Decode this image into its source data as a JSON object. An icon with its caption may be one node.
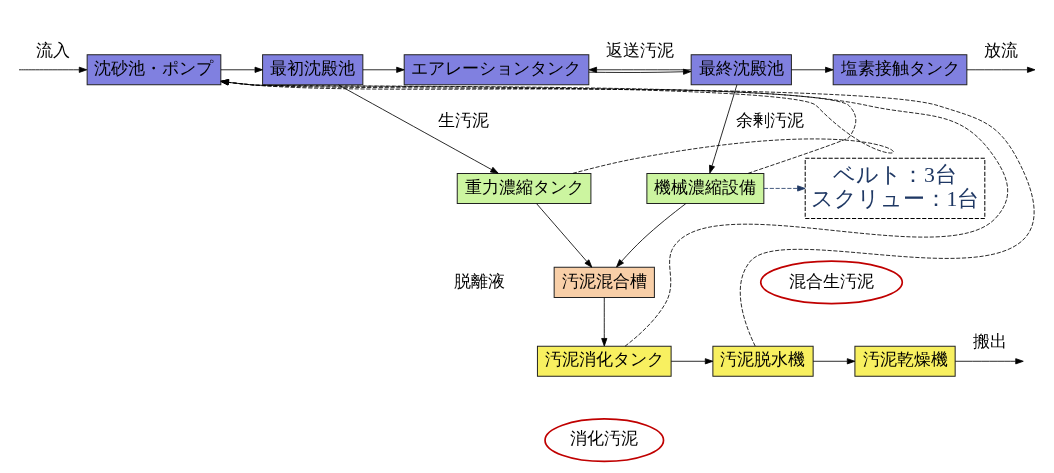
{
  "diagram": {
    "nodes": [
      {
        "text": [
          "沈砂池・ポンプ"
        ]
      },
      {
        "text": [
          "最初沈殿池"
        ]
      },
      {
        "text": [
          "エアレーションタンク"
        ]
      },
      {
        "text": [
          "最終沈殿池"
        ]
      },
      {
        "text": [
          "塩素接触タンク"
        ]
      },
      {
        "text": [
          "重力濃縮タンク"
        ]
      },
      {
        "text": [
          "機械濃縮設備"
        ]
      },
      {
        "text": [
          "汚泥混合槽"
        ]
      },
      {
        "text": [
          "汚泥消化タンク"
        ]
      },
      {
        "text": [
          "汚泥脱水機"
        ]
      },
      {
        "text": [
          "汚泥乾燥機"
        ]
      },
      {
        "text": [
          "ベルト：3台",
          "スクリュー：1台"
        ]
      },
      {
        "text": [
          "混合生汚泥"
        ]
      },
      {
        "text": [
          "消化汚泥"
        ]
      }
    ],
    "edges": [
      {
        "from": null,
        "to": 0,
        "arrow": "to",
        "label": "流入"
      },
      {
        "from": 0,
        "to": 1,
        "arrow": "to"
      },
      {
        "from": 1,
        "to": 2,
        "arrow": "to"
      },
      {
        "from": 2,
        "to": 3,
        "arrow": "to"
      },
      {
        "from": 3,
        "to": 4,
        "arrow": "to"
      },
      {
        "from": 4,
        "to": null,
        "arrow": "to",
        "label": "放流"
      },
      {
        "from": 3,
        "to": 2,
        "arrow": "to",
        "label": "返送汚泥"
      },
      {
        "from": 1,
        "to": 5,
        "arrow": "to",
        "label": "生汚泥"
      },
      {
        "from": 3,
        "to": 6,
        "arrow": "to",
        "label": "余剰汚泥"
      },
      {
        "from": 5,
        "to": 7,
        "arrow": "to"
      },
      {
        "from": 6,
        "to": 7,
        "arrow": "to"
      },
      {
        "from": 7,
        "to": 8,
        "arrow": "to"
      },
      {
        "from": 8,
        "to": 9,
        "arrow": "to"
      },
      {
        "from": 9,
        "to": 10,
        "arrow": "to"
      },
      {
        "from": 10,
        "to": null,
        "arrow": "to",
        "label": "搬出"
      },
      {
        "from": 6,
        "to": 11,
        "arrow": "to",
        "style": "dashed",
        "color": "#1f3864"
      },
      {
        "from": 5,
        "to": 0,
        "arrow": "to",
        "style": "dashed"
      },
      {
        "from": 6,
        "to": 0,
        "arrow": "to",
        "style": "dashed"
      },
      {
        "from": 8,
        "to": 0,
        "arrow": "to",
        "style": "dashed"
      },
      {
        "from": 9,
        "to": 0,
        "arrow": "to",
        "style": "dashed"
      }
    ],
    "labels": [
      "脱離液"
    ]
  }
}
